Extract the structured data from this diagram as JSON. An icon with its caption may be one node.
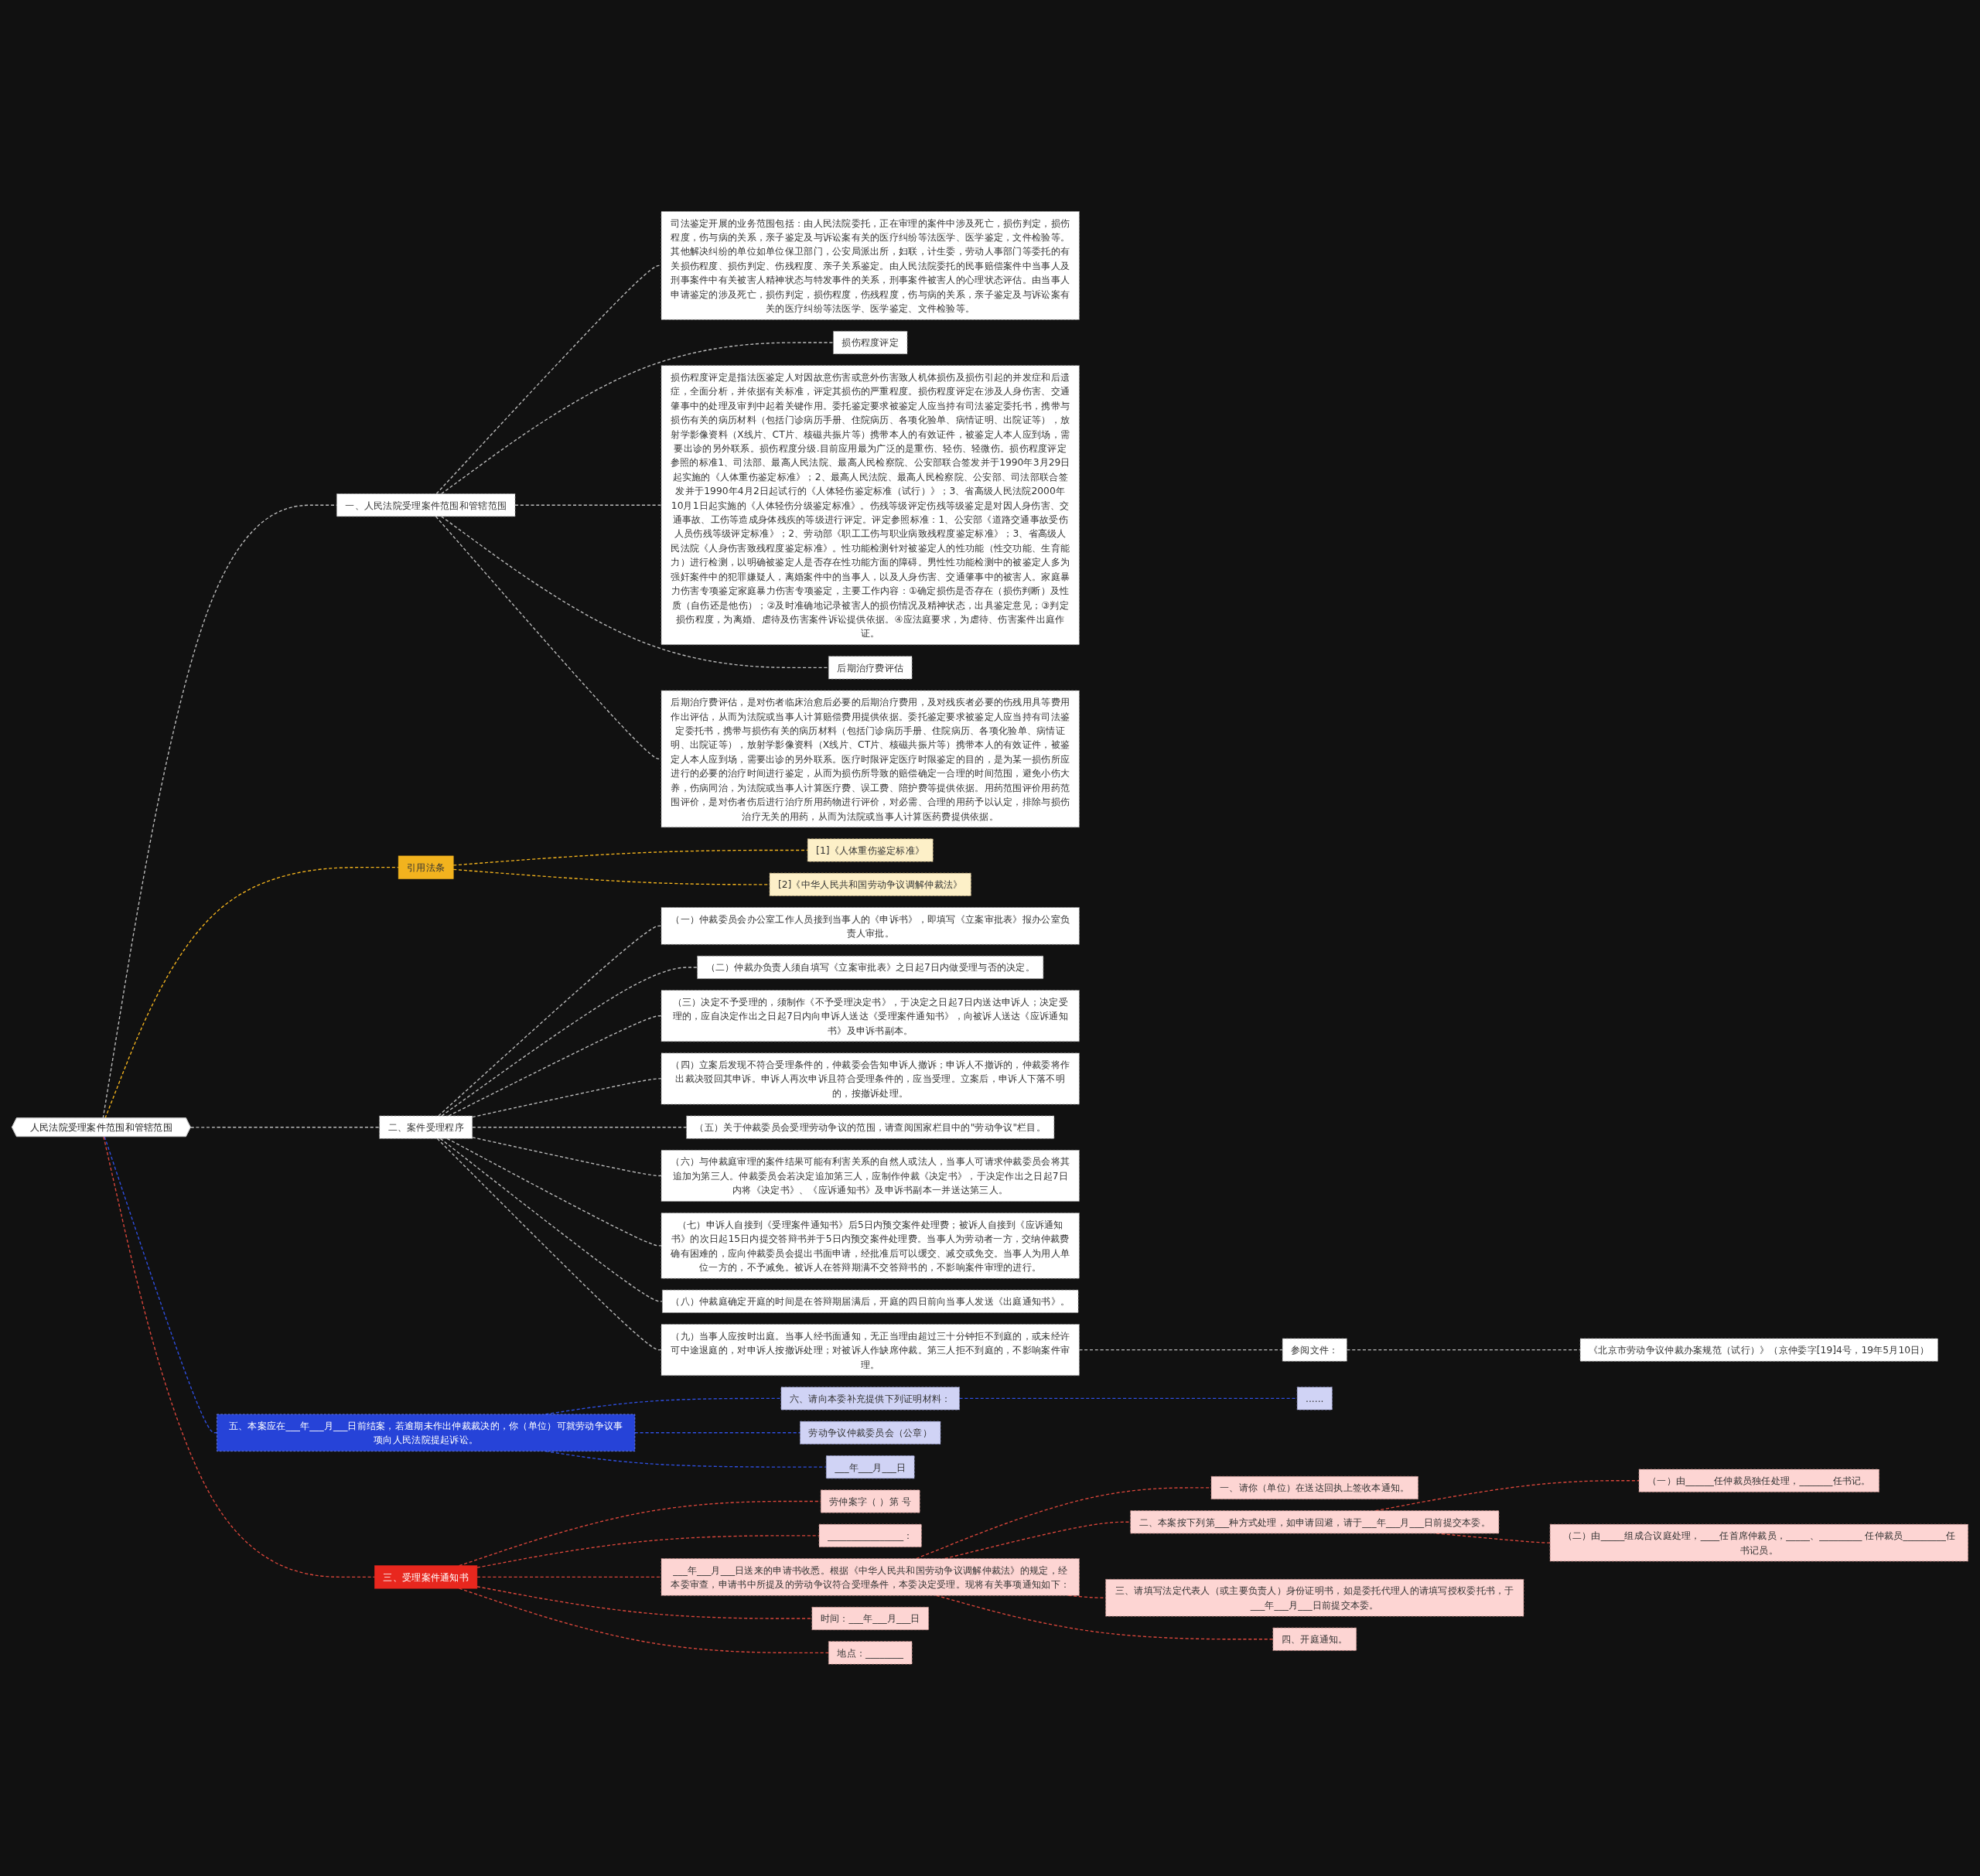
{
  "diagram": {
    "nodes": [
      {
        "text": [
          "人民法院受理案件范围和管辖范围"
        ]
      },
      {
        "text": [
          "一、人民法院受理案件范围和管辖范围"
        ]
      },
      {
        "text": [
          "司法鉴定开展的业务范围包括：由人民法院委托，正在审理的案件中涉及死亡，损伤判定，损伤程度，伤与病的关系，亲子鉴定及与诉讼案有关的医疗纠纷等法医学、医学鉴定，文件检验等。其他解决纠纷的单位如单位保卫部门，公安局派出所，妇联，计生委，劳动人事部门等委托的有关损伤程度、损伤判定、伤残程度、亲子关系鉴定。由人民法院委托的民事赔偿案件中当事人及刑事案件中有关被害人精神状态与特发事件的关系，刑事案件被害人的心理状态评估。由当事人申请鉴定的涉及死亡，损伤判定，损伤程度，伤残程度，伤与病的关系，亲子鉴定及与诉讼案有关的医疗纠纷等法医学、医学鉴定、文件检验等。"
        ]
      },
      {
        "text": [
          "损伤程度评定"
        ]
      },
      {
        "text": [
          "损伤程度评定是指法医鉴定人对因故意伤害或意外伤害致人机体损伤及损伤引起的并发症和后遗症，全面分析，并依据有关标准，评定其损伤的严重程度。损伤程度评定在涉及人身伤害、交通肇事中的处理及审判中起着关键作用。委托鉴定要求被鉴定人应当持有司法鉴定委托书，携带与损伤有关的病历材料（包括门诊病历手册、住院病历、各项化验单、病情证明、出院证等），放射学影像资料（X线片、CT片、核磁共振片等）携带本人的有效证件，被鉴定人本人应到场，需要出诊的另外联系。损伤程度分级.目前应用最为广泛的是重伤、轻伤、轻微伤。损伤程度评定参照的标准1、司法部、最高人民法院、最高人民检察院、公安部联合签发并于1990年3月29日起实施的《人体重伤鉴定标准》；2、最高人民法院、最高人民检察院、公安部、司法部联合签发并于1990年4月2日起试行的《人体轻伤鉴定标准（试行）》；3、省高级人民法院2000年10月1日起实施的《人体轻伤分级鉴定标准》。伤残等级评定伤残等级鉴定是对因人身伤害、交通事故、工伤等造成身体残疾的等级进行评定。评定参照标准：1、公安部《道路交通事故受伤人员伤残等级评定标准》；2、劳动部《职工工伤与职业病致残程度鉴定标准》；3、省高级人民法院《人身伤害致残程度鉴定标准》。性功能检测针对被鉴定人的性功能（性交功能、生育能力）进行检测，以明确被鉴定人是否存在性功能方面的障碍。男性性功能检测中的被鉴定人多为强奸案件中的犯罪嫌疑人，离婚案件中的当事人，以及人身伤害、交通肇事中的被害人。家庭暴力伤害专项鉴定家庭暴力伤害专项鉴定，主要工作内容：①确定损伤是否存在（损伤判断）及性质（自伤还是他伤）；②及时准确地记录被害人的损伤情况及精神状态，出具鉴定意见；③判定损伤程度，为离婚、虐待及伤害案件诉讼提供依据。④应法庭要求，为虐待、伤害案件出庭作证。"
        ]
      },
      {
        "text": [
          "后期治疗费评估"
        ]
      },
      {
        "text": [
          "后期治疗费评估，是对伤者临床治愈后必要的后期治疗费用，及对残疾者必要的伤残用具等费用作出评估，从而为法院或当事人计算赔偿费用提供依据。委托鉴定要求被鉴定人应当持有司法鉴定委托书，携带与损伤有关的病历材料（包括门诊病历手册、住院病历、各项化验单、病情证明、出院证等），放射学影像资料（X线片、CT片、核磁共振片等）携带本人的有效证件，被鉴定人本人应到场，需要出诊的另外联系。医疗时限评定医疗时限鉴定的目的，是为某一损伤所应进行的必要的治疗时间进行鉴定，从而为损伤所导致的赔偿确定一合理的时间范围，避免小伤大养，伤病同治，为法院或当事人计算医疗费、误工费、陪护费等提供依据。用药范围评价用药范围评价，是对伤者伤后进行治疗所用药物进行评价，对必需、合理的用药予以认定，排除与损伤治疗无关的用药，从而为法院或当事人计算医药费提供依据。"
        ]
      },
      {
        "text": [
          "三、受理案件通知书"
        ]
      },
      {
        "text": [
          "劳仲案字（ ）第 号"
        ]
      },
      {
        "text": [
          "________________："
        ]
      },
      {
        "text": [
          "___年___月___日送来的申请书收悉。根据《中华人民共和国劳动争议调解仲裁法》的规定，经本委审查，申请书中所提及的劳动争议符合受理条件，本委决定受理。现将有关事项通知如下："
        ]
      },
      {
        "text": [
          "一、请你（单位）在送达回执上签收本通知。"
        ]
      },
      {
        "text": [
          "二、本案按下列第___种方式处理，如申请回避，请于___年___月___日前提交本委。"
        ]
      },
      {
        "text": [
          "（一）由______任仲裁员独任处理，_______任书记。"
        ]
      },
      {
        "text": [
          "（二）由_____组成合议庭处理，____任首席仲裁员，_____、_________ 任仲裁员_________任书记员。"
        ]
      },
      {
        "text": [
          "三、请填写法定代表人（或主要负责人）身份证明书，如是委托代理人的请填写授权委托书，于___年___月___日前提交本委。"
        ]
      },
      {
        "text": [
          "四、开庭通知。"
        ]
      },
      {
        "text": [
          "时间：___年___月___日"
        ]
      },
      {
        "text": [
          "地点：________"
        ]
      },
      {
        "text": [
          "引用法条"
        ]
      },
      {
        "text": [
          "[1]《人体重伤鉴定标准》"
        ]
      },
      {
        "text": [
          "[2]《中华人民共和国劳动争议调解仲裁法》"
        ]
      },
      {
        "text": [
          "二、案件受理程序"
        ]
      },
      {
        "text": [
          "（一）仲裁委员会办公室工作人员接到当事人的《申诉书》，即填写《立案审批表》报办公室负责人审批。"
        ]
      },
      {
        "text": [
          "（二）仲裁办负责人须自填写《立案审批表》之日起7日内做受理与否的决定。"
        ]
      },
      {
        "text": [
          "（三）决定不予受理的，须制作《不予受理决定书》，于决定之日起7日内送达申诉人；决定受理的，应自决定作出之日起7日内向申诉人送达《受理案件通知书》，向被诉人送达《应诉通知书》及申诉书副本。"
        ]
      },
      {
        "text": [
          "（四）立案后发现不符合受理条件的，仲裁委会告知申诉人撤诉；申诉人不撤诉的，仲裁委将作出裁决驳回其申诉。申诉人再次申诉且符合受理条件的，应当受理。立案后，申诉人下落不明的，按撤诉处理。"
        ]
      },
      {
        "text": [
          "（五）关于仲裁委员会受理劳动争议的范围，请查阅国家栏目中的\"劳动争议\"栏目。"
        ]
      },
      {
        "text": [
          "（六）与仲裁庭审理的案件结果可能有利害关系的自然人或法人，当事人可请求仲裁委员会将其追加为第三人。仲裁委员会若决定追加第三人，应制作仲裁《决定书》，于决定作出之日起7日内将《决定书》、《应诉通知书》及申诉书副本一并送达第三人。"
        ]
      },
      {
        "text": [
          "（七）申诉人自接到《受理案件通知书》后5日内预交案件处理费；被诉人自接到《应诉通知书》的次日起15日内提交答辩书并于5日内预交案件处理费。当事人为劳动者一方，交纳仲裁费确有困难的，应向仲裁委员会提出书面申请，经批准后可以缓交、减交或免交。当事人为用人单位一方的，不予减免。被诉人在答辩期满不交答辩书的，不影响案件审理的进行。"
        ]
      },
      {
        "text": [
          "（八）仲裁庭确定开庭的时间是在答辩期届满后，开庭的四日前向当事人发送《出庭通知书》。"
        ]
      },
      {
        "text": [
          "（九）当事人应按时出庭。当事人经书面通知，无正当理由超过三十分钟拒不到庭的，或未经许可中途退庭的，对申诉人按撤诉处理；对被诉人作缺席仲裁。第三人拒不到庭的，不影响案件审理。"
        ]
      },
      {
        "text": [
          "参阅文件："
        ]
      },
      {
        "text": [
          "《北京市劳动争议仲裁办案规范（试行）》（京仲委字[19]4号，19年5月10日）"
        ]
      },
      {
        "text": [
          "五、本案应在___年___月___日前结案，若逾期未作出仲裁裁决的，你（单位）可就劳动争议事项向人民法院提起诉讼。"
        ]
      },
      {
        "text": [
          "六、请向本委补充提供下列证明材料："
        ]
      },
      {
        "text": [
          "......"
        ]
      },
      {
        "text": [
          "劳动争议仲裁委员会（公章）"
        ]
      },
      {
        "text": [
          "___年___月___日"
        ]
      }
    ],
    "edges": [
      {
        "from": 0,
        "to": 1,
        "arrow": "none",
        "style": "dashed"
      },
      {
        "from": 1,
        "to": 2,
        "arrow": "none",
        "style": "dashed"
      },
      {
        "from": 1,
        "to": 3,
        "arrow": "none",
        "style": "dashed"
      },
      {
        "from": 1,
        "to": 4,
        "arrow": "none",
        "style": "dashed"
      },
      {
        "from": 1,
        "to": 5,
        "arrow": "none",
        "style": "dashed"
      },
      {
        "from": 1,
        "to": 6,
        "arrow": "none",
        "style": "dashed"
      },
      {
        "from": 0,
        "to": 19,
        "arrow": "none",
        "style": "dashed",
        "color": "#f2b31e"
      },
      {
        "from": 19,
        "to": 20,
        "arrow": "none",
        "style": "dashed",
        "color": "#f2b31e"
      },
      {
        "from": 19,
        "to": 21,
        "arrow": "none",
        "style": "dashed",
        "color": "#f2b31e"
      },
      {
        "from": 0,
        "to": 22,
        "arrow": "none",
        "style": "dashed"
      },
      {
        "from": 22,
        "to": 23,
        "arrow": "none",
        "style": "dashed"
      },
      {
        "from": 22,
        "to": 24,
        "arrow": "none",
        "style": "dashed"
      },
      {
        "from": 22,
        "to": 25,
        "arrow": "none",
        "style": "dashed"
      },
      {
        "from": 22,
        "to": 26,
        "arrow": "none",
        "style": "dashed"
      },
      {
        "from": 22,
        "to": 27,
        "arrow": "none",
        "style": "dashed"
      },
      {
        "from": 22,
        "to": 28,
        "arrow": "none",
        "style": "dashed"
      },
      {
        "from": 22,
        "to": 29,
        "arrow": "none",
        "style": "dashed"
      },
      {
        "from": 22,
        "to": 30,
        "arrow": "none",
        "style": "dashed"
      },
      {
        "from": 22,
        "to": 31,
        "arrow": "none",
        "style": "dashed"
      },
      {
        "from": 31,
        "to": 32,
        "arrow": "none",
        "style": "dashed"
      },
      {
        "from": 32,
        "to": 33,
        "arrow": "none",
        "style": "dashed"
      },
      {
        "from": 0,
        "to": 34,
        "arrow": "none",
        "style": "dashed",
        "color": "#2f4fe0"
      },
      {
        "from": 34,
        "to": 35,
        "arrow": "none",
        "style": "dashed",
        "color": "#2f4fe0"
      },
      {
        "from": 35,
        "to": 36,
        "arrow": "none",
        "style": "dashed",
        "color": "#2f4fe0"
      },
      {
        "from": 34,
        "to": 37,
        "arrow": "none",
        "style": "dashed",
        "color": "#2f4fe0"
      },
      {
        "from": 34,
        "to": 38,
        "arrow": "none",
        "style": "dashed",
        "color": "#2f4fe0"
      },
      {
        "from": 0,
        "to": 7,
        "arrow": "none",
        "style": "dashed",
        "color": "#d9463b"
      },
      {
        "from": 7,
        "to": 8,
        "arrow": "none",
        "style": "dashed",
        "color": "#d9463b"
      },
      {
        "from": 7,
        "to": 9,
        "arrow": "none",
        "style": "dashed",
        "color": "#d9463b"
      },
      {
        "from": 7,
        "to": 10,
        "arrow": "none",
        "style": "dashed",
        "color": "#d9463b"
      },
      {
        "from": 10,
        "to": 11,
        "arrow": "none",
        "style": "dashed",
        "color": "#d9463b"
      },
      {
        "from": 10,
        "to": 12,
        "arrow": "none",
        "style": "dashed",
        "color": "#d9463b"
      },
      {
        "from": 12,
        "to": 13,
        "arrow": "none",
        "style": "dashed",
        "color": "#d9463b"
      },
      {
        "from": 12,
        "to": 14,
        "arrow": "none",
        "style": "dashed",
        "color": "#d9463b"
      },
      {
        "from": 10,
        "to": 15,
        "arrow": "none",
        "style": "dashed",
        "color": "#d9463b"
      },
      {
        "from": 10,
        "to": 16,
        "arrow": "none",
        "style": "dashed",
        "color": "#d9463b"
      },
      {
        "from": 7,
        "to": 17,
        "arrow": "none",
        "style": "dashed",
        "color": "#d9463b"
      },
      {
        "from": 7,
        "to": 18,
        "arrow": "none",
        "style": "dashed",
        "color": "#d9463b"
      }
    ]
  }
}
